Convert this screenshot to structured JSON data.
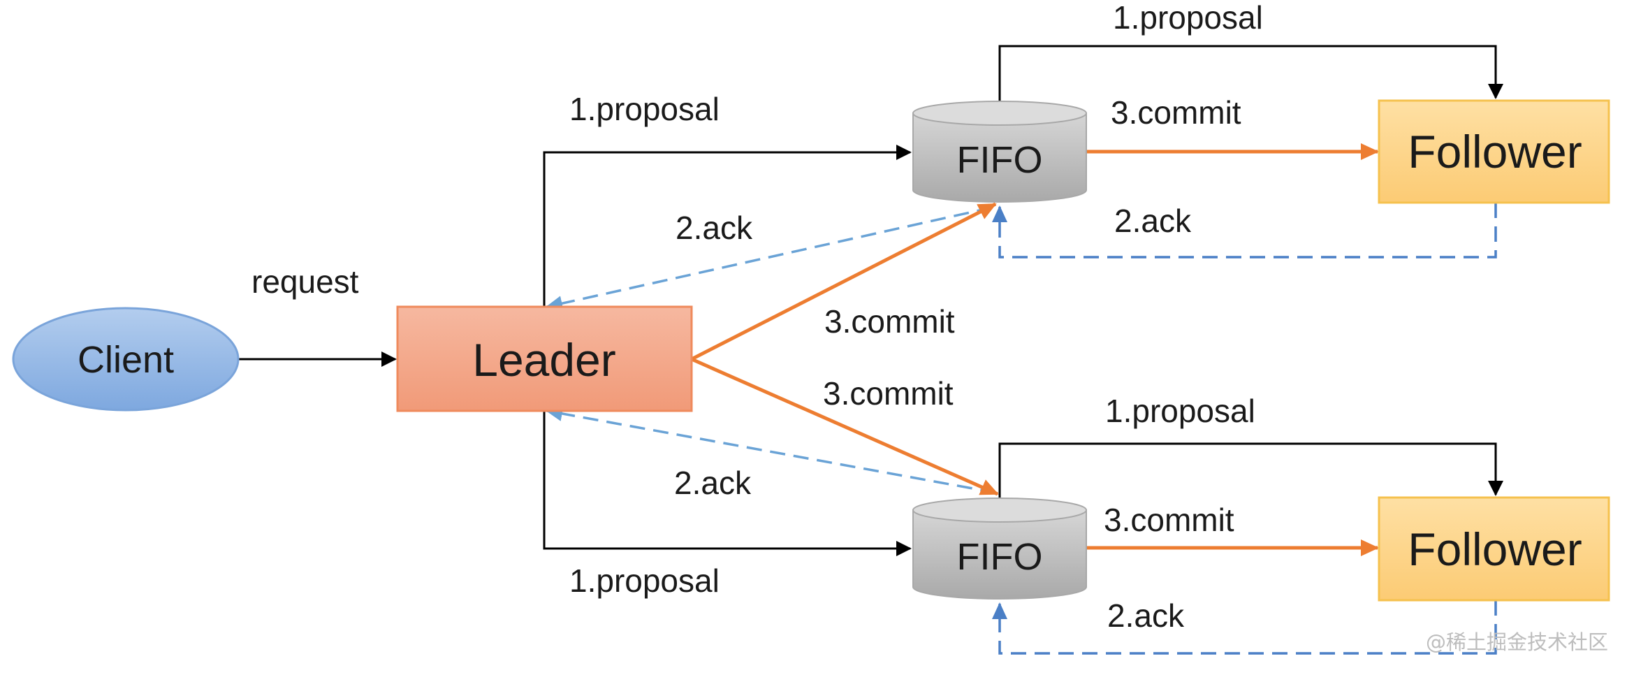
{
  "nodes": {
    "client": "Client",
    "leader": "Leader",
    "fifo_top": "FIFO",
    "fifo_bottom": "FIFO",
    "follower_top": "Follower",
    "follower_bottom": "Follower"
  },
  "edge_labels": {
    "request": "request",
    "leader_fifo_top_proposal": "1.proposal",
    "leader_fifo_bottom_proposal": "1.proposal",
    "fifo_top_follower_proposal": "1.proposal",
    "fifo_bottom_follower_proposal": "1.proposal",
    "fifo_top_leader_ack": "2.ack",
    "fifo_bottom_leader_ack": "2.ack",
    "follower_top_ack": "2.ack",
    "follower_bottom_ack": "2.ack",
    "leader_top_commit": "3.commit",
    "leader_bottom_commit": "3.commit",
    "fifo_top_follower_commit": "3.commit",
    "fifo_bottom_follower_commit": "3.commit"
  },
  "watermark": "@稀土掘金技术社区",
  "colors": {
    "client_fill": "#8fb4e3",
    "client_stroke": "#7aa4da",
    "leader_fill": "#f3a284",
    "leader_stroke": "#ef8a5c",
    "follower_fill": "#fdd48a",
    "follower_stroke": "#f5c14e",
    "fifo_fill": "#bdbdbd",
    "proposal_arrow": "#000000",
    "ack_arrow": "#4a7fc6",
    "commit_arrow": "#ed7d31"
  }
}
